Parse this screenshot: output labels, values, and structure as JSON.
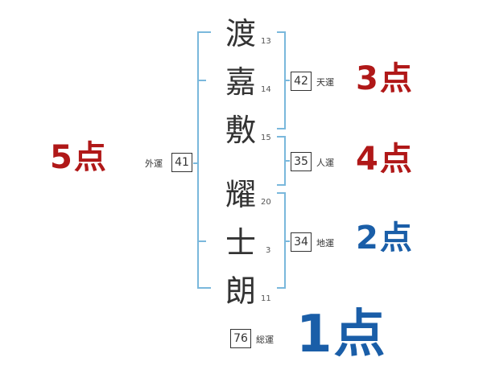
{
  "name": {
    "chars": [
      {
        "char": "渡",
        "strokes": "13"
      },
      {
        "char": "嘉",
        "strokes": "14"
      },
      {
        "char": "敷",
        "strokes": "15"
      },
      {
        "char": "耀",
        "strokes": "20"
      },
      {
        "char": "士",
        "strokes": "3"
      },
      {
        "char": "朗",
        "strokes": "11"
      }
    ]
  },
  "fortunes": {
    "gaiun": {
      "label": "外運",
      "value": "41",
      "score": "5点",
      "color": "#b01818"
    },
    "tenun": {
      "label": "天運",
      "value": "42",
      "score": "3点",
      "color": "#b01818"
    },
    "jinun": {
      "label": "人運",
      "value": "35",
      "score": "4点",
      "color": "#b01818"
    },
    "chiun": {
      "label": "地運",
      "value": "34",
      "score": "2点",
      "color": "#1a5ea8"
    },
    "souun": {
      "label": "総運",
      "value": "76",
      "score": "1点",
      "color": "#1a5ea8"
    }
  },
  "colors": {
    "bracket": "#7ab8dc",
    "text": "#333333"
  }
}
